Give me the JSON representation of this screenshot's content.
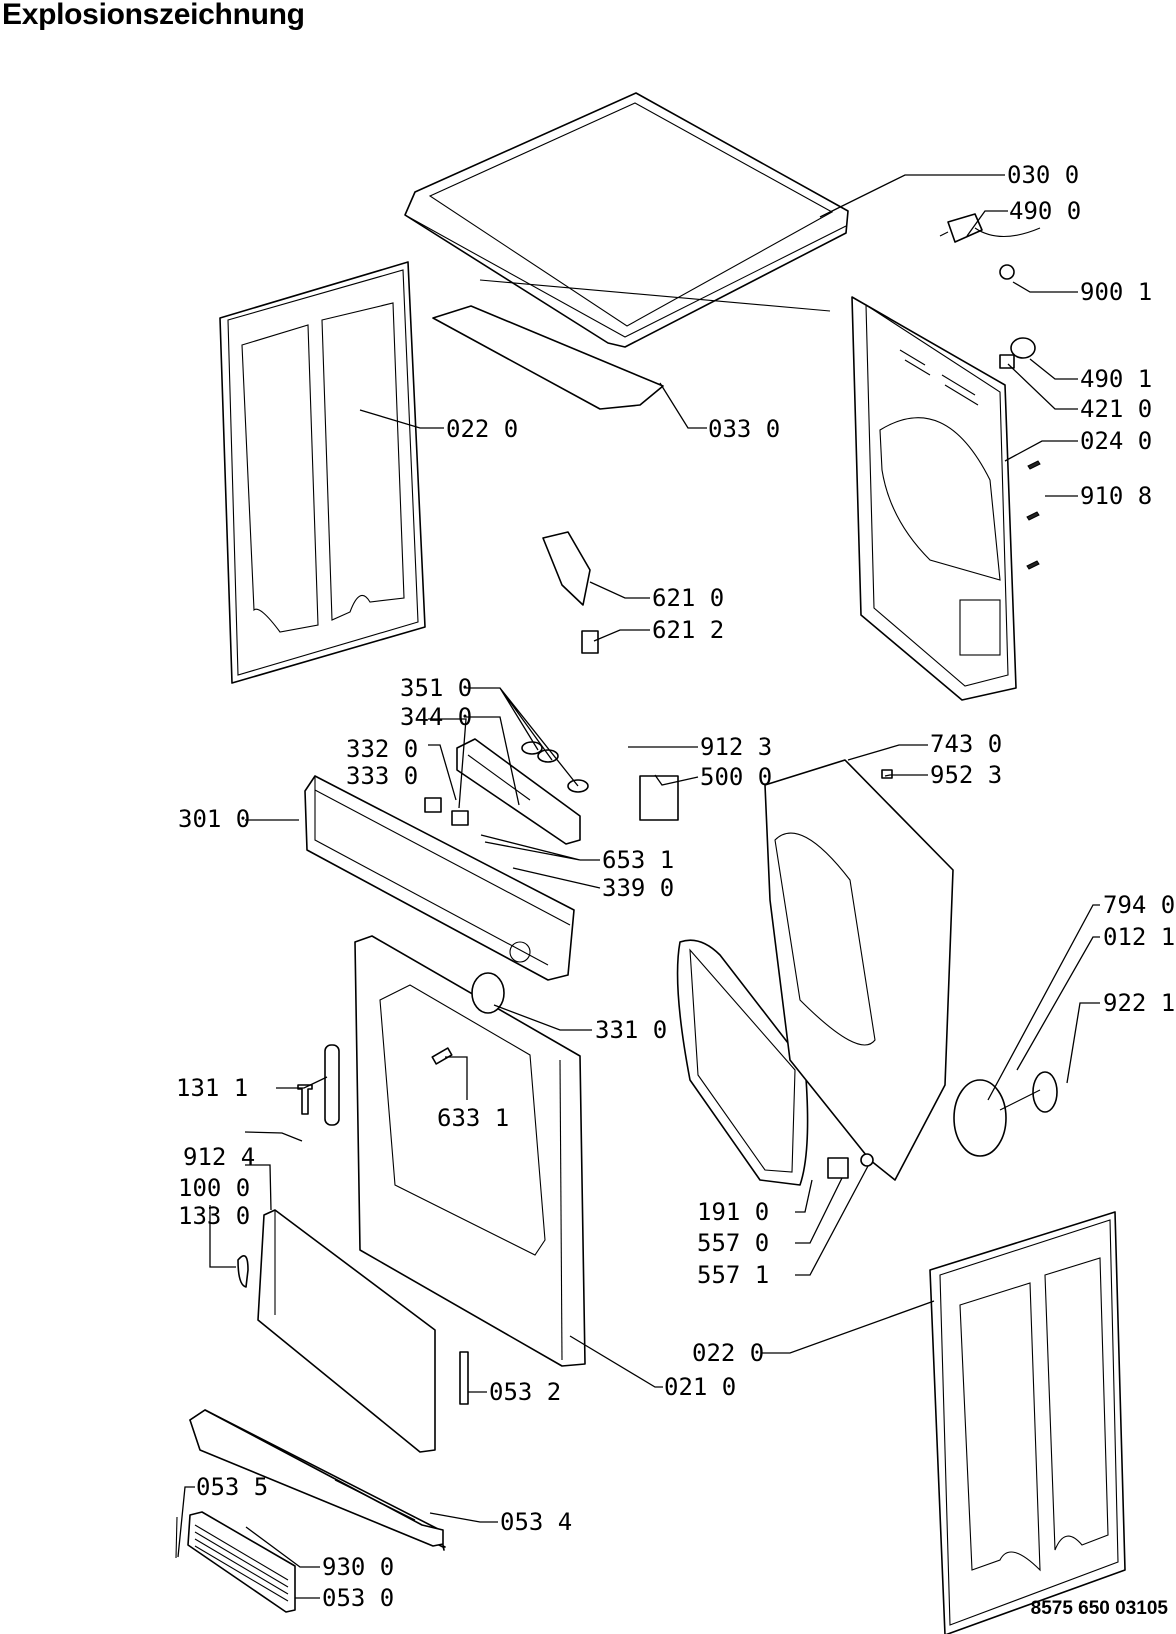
{
  "title": "Explosionszeichnung",
  "document_number": "8575 650 03105",
  "labels": {
    "l0300": "030 0",
    "l4900": "490 0",
    "l9001": "900 1",
    "l4901": "490 1",
    "l4210": "421 0",
    "l0240": "024 0",
    "l9108": "910 8",
    "l0220a": "022 0",
    "l0330": "033 0",
    "l6210": "621 0",
    "l6212": "621 2",
    "l3510": "351 0",
    "l3440": "344 0",
    "l3320": "332 0",
    "l3330": "333 0",
    "l3010": "301 0",
    "l9123": "912 3",
    "l5000": "500 0",
    "l7430": "743 0",
    "l9523": "952 3",
    "l6531": "653 1",
    "l3390": "339 0",
    "l7940": "794 0",
    "l0121": "012 1",
    "l9221": "922 1",
    "l3310": "331 0",
    "l1311": "131 1",
    "l6331": "633 1",
    "l9124": "912 4",
    "l1000": "100 0",
    "l1330": "133 0",
    "l1910": "191 0",
    "l5570": "557 0",
    "l5571": "557 1",
    "l0220b": "022 0",
    "l0210": "021 0",
    "l0532": "053 2",
    "l0535": "053 5",
    "l0534": "053 4",
    "l9300": "930 0",
    "l0530": "053 0"
  }
}
